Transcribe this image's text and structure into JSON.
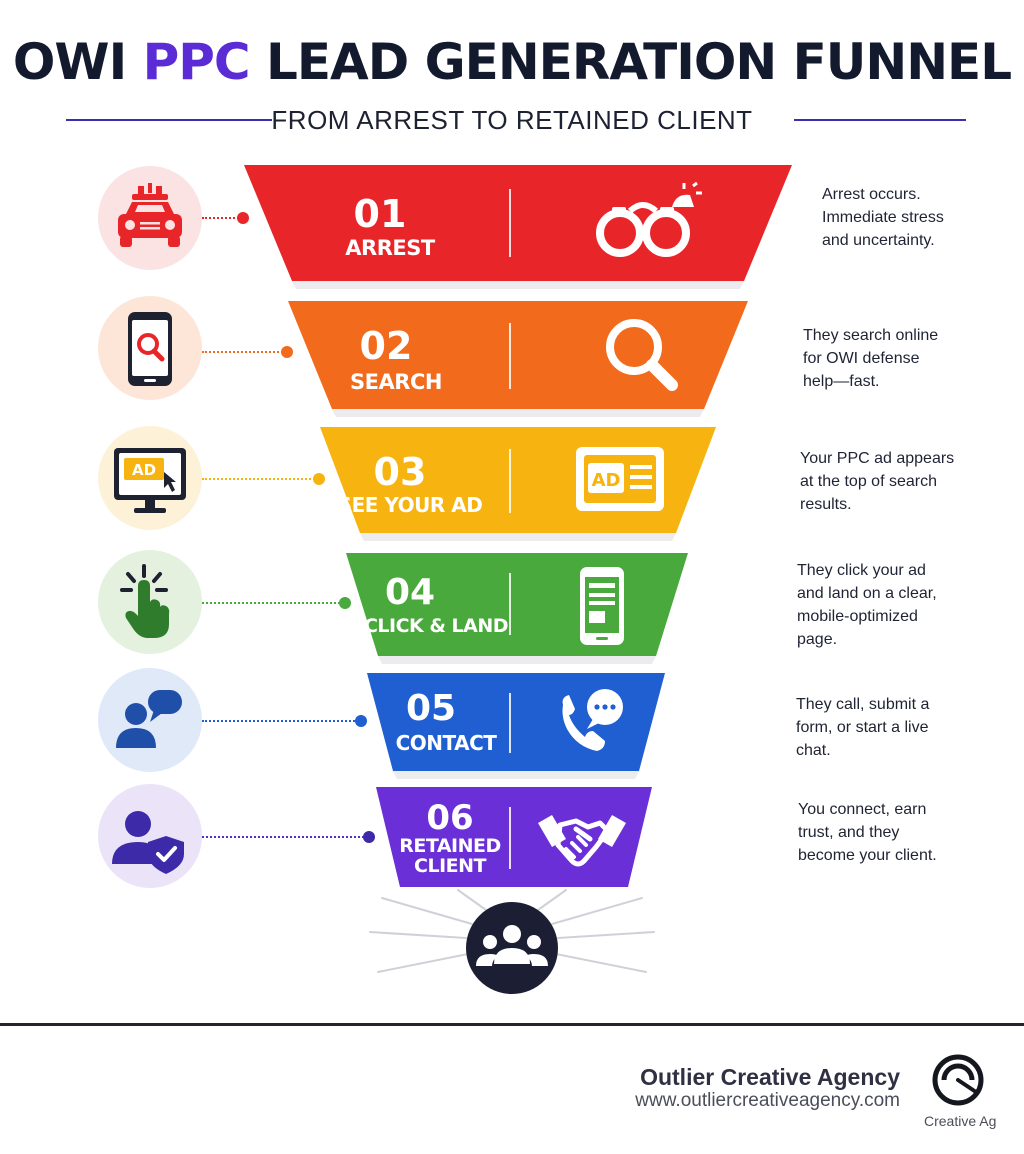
{
  "title": {
    "prefix": "OWI ",
    "accent": "PPC",
    "suffix": " LEAD GENERATION FUNNEL"
  },
  "subtitle": "FROM ARREST TO RETAINED CLIENT",
  "stages": [
    {
      "number": "01",
      "label": "ARREST",
      "color": "#e8262a",
      "left_icon": "police-car-icon",
      "band_icon": "handcuffs-icon",
      "description": [
        "Arrest occurs.",
        "Immediate stress",
        "and uncertainty."
      ]
    },
    {
      "number": "02",
      "label": "SEARCH",
      "color": "#f26a1b",
      "left_icon": "phone-search-icon",
      "band_icon": "magnifier-icon",
      "description": [
        "They search online",
        "for OWI defense",
        "help—fast."
      ]
    },
    {
      "number": "03",
      "label": "SEE YOUR AD",
      "color": "#f7b310",
      "left_icon": "monitor-ad-icon",
      "band_icon": "ad-card-icon",
      "ad_text": "AD",
      "description": [
        "Your PPC ad appears",
        "at the top of search",
        "results."
      ]
    },
    {
      "number": "04",
      "label": "CLICK & LAND",
      "color": "#4aa93c",
      "left_icon": "tap-hand-icon",
      "band_icon": "mobile-page-icon",
      "description": [
        "They click your ad",
        "and land on a clear,",
        "mobile-optimized",
        "page."
      ]
    },
    {
      "number": "05",
      "label": "CONTACT",
      "color": "#1f5fd1",
      "left_icon": "chat-people-icon",
      "band_icon": "phone-chat-icon",
      "description": [
        "They call, submit a",
        "form, or start a live",
        "chat."
      ]
    },
    {
      "number": "06",
      "label": [
        "RETAINED",
        "CLIENT"
      ],
      "color": "#6a2fd6",
      "left_icon": "user-shield-icon",
      "band_icon": "handshake-icon",
      "description": [
        "You connect, earn",
        "trust, and they",
        "become your client."
      ]
    }
  ],
  "bottom_icon": "clients-group-icon",
  "footer": {
    "brand": "Outlier Creative Agency",
    "url": "www.outliercreativeagency.com",
    "logo_icon": "outlier-logo-icon",
    "logo_tag": "Creative Ag"
  }
}
